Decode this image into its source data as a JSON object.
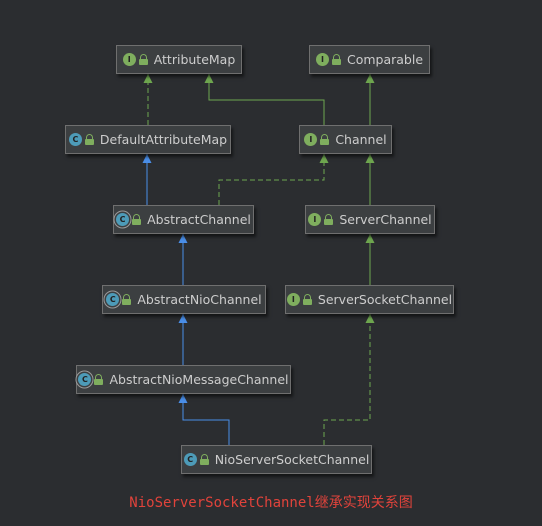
{
  "colors": {
    "background": "#2b2d30",
    "box_fill": "#3c3f41",
    "implements_edge": "#6ea64f",
    "extends_interface_edge": "#6ea64f",
    "extends_class_edge": "#4a8ee8",
    "caption": "#e0433b"
  },
  "nodes": {
    "attribute_map": {
      "label": "AttributeMap",
      "kind": "interface",
      "badge": "I"
    },
    "comparable": {
      "label": "Comparable",
      "kind": "interface",
      "badge": "I"
    },
    "default_attribute_map": {
      "label": "DefaultAttributeMap",
      "kind": "class",
      "badge": "C"
    },
    "channel": {
      "label": "Channel",
      "kind": "interface",
      "badge": "I"
    },
    "abstract_channel": {
      "label": "AbstractChannel",
      "kind": "abstract-class",
      "badge": "C"
    },
    "server_channel": {
      "label": "ServerChannel",
      "kind": "interface",
      "badge": "I"
    },
    "abstract_nio_channel": {
      "label": "AbstractNioChannel",
      "kind": "abstract-class",
      "badge": "C"
    },
    "server_socket_channel": {
      "label": "ServerSocketChannel",
      "kind": "interface",
      "badge": "I"
    },
    "abstract_nio_message_channel": {
      "label": "AbstractNioMessageChannel",
      "kind": "abstract-class",
      "badge": "C"
    },
    "nio_server_socket_channel": {
      "label": "NioServerSocketChannel",
      "kind": "class",
      "badge": "C"
    }
  },
  "edges": [
    {
      "from": "default_attribute_map",
      "to": "attribute_map",
      "type": "implements"
    },
    {
      "from": "channel",
      "to": "attribute_map",
      "type": "extends-interface"
    },
    {
      "from": "channel",
      "to": "comparable",
      "type": "extends-interface"
    },
    {
      "from": "abstract_channel",
      "to": "default_attribute_map",
      "type": "extends-class"
    },
    {
      "from": "abstract_channel",
      "to": "channel",
      "type": "implements"
    },
    {
      "from": "server_channel",
      "to": "channel",
      "type": "extends-interface"
    },
    {
      "from": "abstract_nio_channel",
      "to": "abstract_channel",
      "type": "extends-class"
    },
    {
      "from": "server_socket_channel",
      "to": "server_channel",
      "type": "extends-interface"
    },
    {
      "from": "abstract_nio_message_channel",
      "to": "abstract_nio_channel",
      "type": "extends-class"
    },
    {
      "from": "nio_server_socket_channel",
      "to": "abstract_nio_message_channel",
      "type": "extends-class"
    },
    {
      "from": "nio_server_socket_channel",
      "to": "server_socket_channel",
      "type": "implements"
    }
  ],
  "caption": "NioServerSocketChannel继承实现关系图"
}
